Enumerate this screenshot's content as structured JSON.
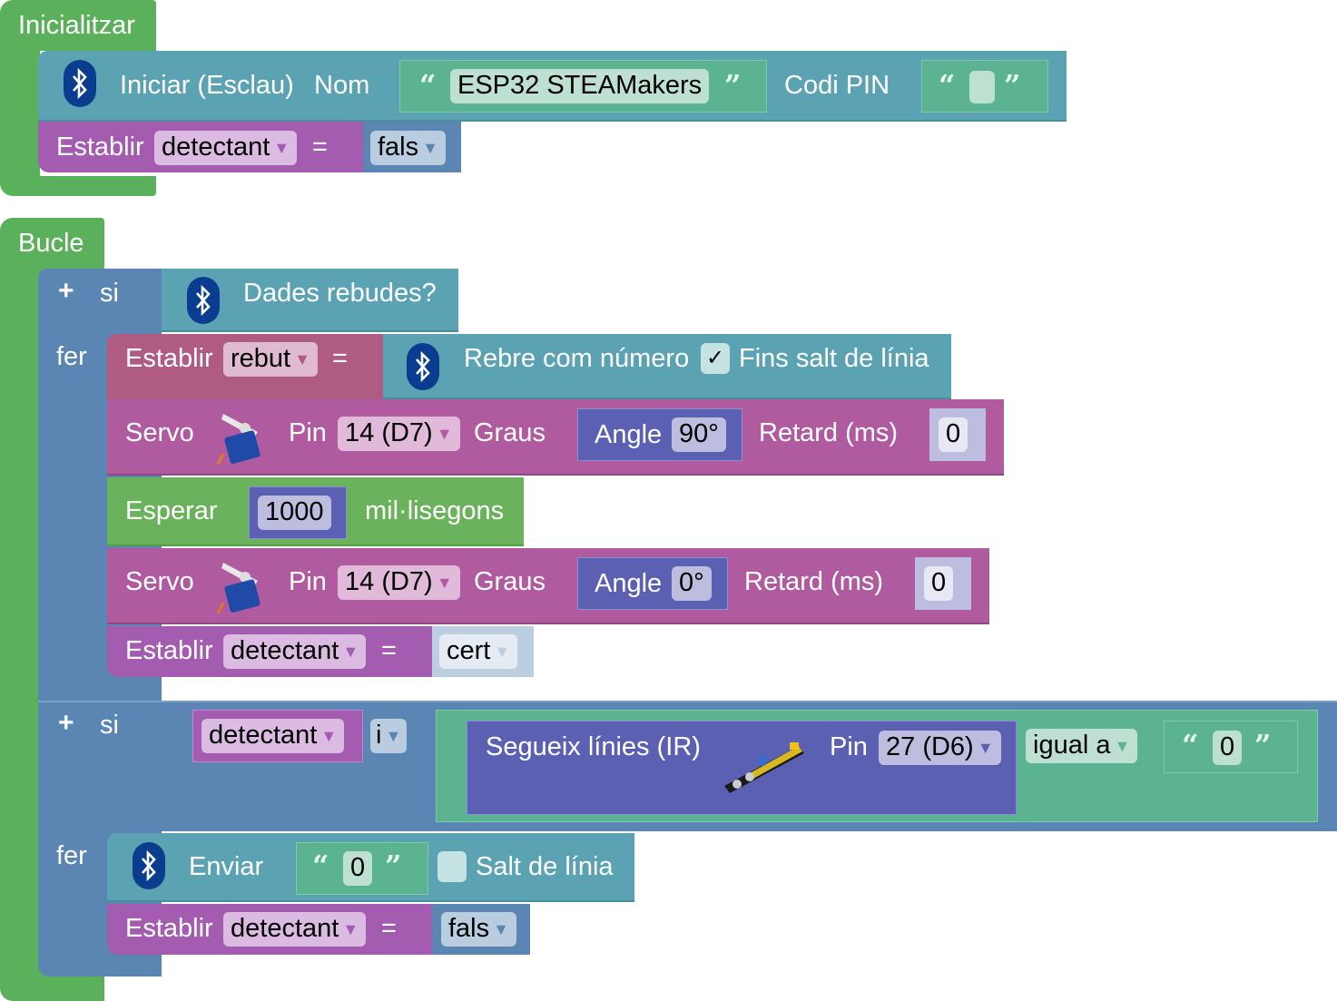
{
  "colors": {
    "event_green": "#5bb05b",
    "bluetooth_teal": "#5ba3b3",
    "variable_purple": "#a45cb0",
    "set_rebut_pink": "#b05b82",
    "logic_blue": "#5b86b3",
    "math_indigo": "#5b60b3",
    "text_green": "#5bb392",
    "wait_green": "#6ab25b"
  },
  "init_block": {
    "label": "Inicialitzar",
    "bt_start": {
      "label": "Iniciar (Esclau)",
      "name_label": "Nom",
      "name_value": "ESP32 STEAMakers",
      "pin_label": "Codi PIN",
      "pin_value": ""
    },
    "set_var": {
      "label": "Establir",
      "variable": "detectant",
      "equals": "=",
      "value": "fals"
    }
  },
  "loop_block": {
    "label": "Bucle",
    "if1": {
      "plus": "+",
      "if_label": "si",
      "do_label": "fer",
      "condition": "Dades rebudes?",
      "set_rebut": {
        "label": "Establir",
        "variable": "rebut",
        "equals": "=",
        "receive_label": "Rebre com número",
        "receive_checked": true,
        "check_mark": "✓",
        "until_label": "Fins salt de línia"
      },
      "servo1": {
        "label": "Servo",
        "pin_label": "Pin",
        "pin_value": "14 (D7)",
        "degrees_label": "Graus",
        "angle_label": "Angle",
        "angle_value": "90°",
        "delay_label": "Retard (ms)",
        "delay_value": "0"
      },
      "wait": {
        "label": "Esperar",
        "value": "1000",
        "unit": "mil·lisegons"
      },
      "servo2": {
        "label": "Servo",
        "pin_label": "Pin",
        "pin_value": "14 (D7)",
        "degrees_label": "Graus",
        "angle_label": "Angle",
        "angle_value": "0°",
        "delay_label": "Retard (ms)",
        "delay_value": "0"
      },
      "set_var": {
        "label": "Establir",
        "variable": "detectant",
        "equals": "=",
        "value": "cert"
      }
    },
    "if2": {
      "plus": "+",
      "if_label": "si",
      "do_label": "fer",
      "condition_var": "detectant",
      "operator": "i",
      "sensor_label": "Segueix línies (IR)",
      "sensor_pin_label": "Pin",
      "sensor_pin_value": "27 (D6)",
      "compare_op": "igual a",
      "compare_value": "0",
      "send": {
        "label": "Enviar",
        "value": "0",
        "newline_checked": false,
        "newline_label": "Salt de línia"
      },
      "set_var": {
        "label": "Establir",
        "variable": "detectant",
        "equals": "=",
        "value": "fals"
      }
    }
  },
  "icons": {
    "dropdown_arrow": "▼",
    "open_quote": "“",
    "close_quote": "”"
  }
}
